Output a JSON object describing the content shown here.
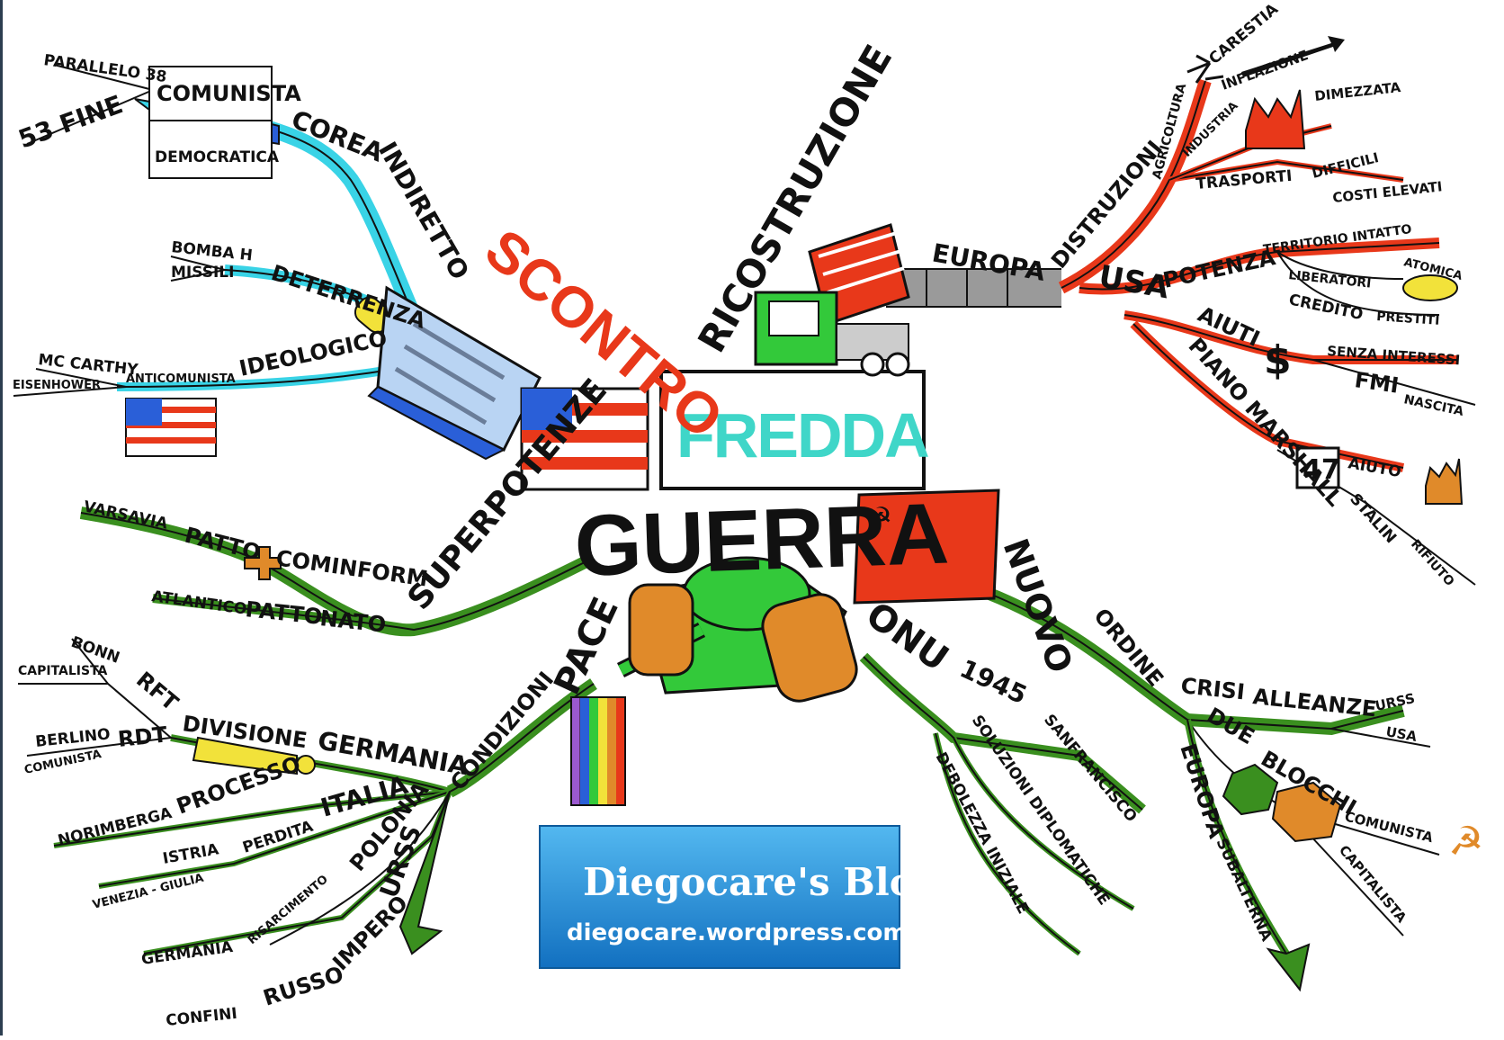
{
  "center": {
    "line1": "GUERRA",
    "line2": "FREDDA"
  },
  "branches": {
    "scontro": {
      "title": "SCONTRO",
      "corea": {
        "indiretto": "INDIRETTO",
        "corea": "COREA",
        "comunista": "COMUNISTA",
        "democratica": "DEMOCRATICA",
        "parallelo": "PARALLELO 38",
        "fine": "53 FINE"
      },
      "deterrenza": {
        "label": "DETERRENZA",
        "bomba": "BOMBA H",
        "missili": "MISSILI"
      },
      "ideologico": {
        "label": "IDEOLOGICO",
        "anticomunista": "ANTICOMUNISTA",
        "mccarthy": "MC CARTHY",
        "eisenhower": "EISENHOWER"
      }
    },
    "superpotenze": {
      "title": "SUPERPOTENZE",
      "cominform": "COMINFORM",
      "patto": "PATTO",
      "varsavia": "VARSAVIA",
      "nato": "NATO",
      "patto_nato": "PATTO",
      "atlantico": "ATLANTICO"
    },
    "pace": {
      "title": "PACE",
      "condizioni": "CONDIZIONI",
      "germania": {
        "label": "GERMANIA",
        "divisione": "DIVISIONE",
        "rft": "RFT",
        "bonn": "BONN",
        "capitalista": "CAPITALISTA",
        "rdt": "RDT",
        "berlino": "BERLINO",
        "comunista": "COMUNISTA",
        "processo": "PROCESSO",
        "norimberga": "NORIMBERGA"
      },
      "italia": {
        "label": "ITALIA",
        "perdita": "PERDITA",
        "istria": "ISTRIA",
        "venezia": "VENEZIA - GIULIA"
      },
      "polonia": {
        "label": "POLONIA",
        "risarcimento": "RISARCIMENTO",
        "germania": "GERMANIA"
      },
      "urss": {
        "label": "URSS",
        "impero": "IMPERO",
        "russo": "RUSSO",
        "confini": "CONFINI"
      }
    },
    "ricostruzione": {
      "title": "RICOSTRUZIONE",
      "europa": "EUROPA",
      "distruzioni": "DISTRUZIONI",
      "agricoltura": "AGRICOLTURA",
      "carestia": "CARESTIA",
      "inflazione": "INFLAZIONE",
      "industria": "INDUSTRIA",
      "dimezzata": "DIMEZZATA",
      "trasporti": "TRASPORTI",
      "difficili": "DIFFICILI",
      "costi": "COSTI ELEVATI",
      "usa": "USA",
      "potenza": "POTENZA",
      "territorio": "TERRITORIO INTATTO",
      "liberatori": "LIBERATORI",
      "atomica": "ATOMICA",
      "credito": "CREDITO",
      "prestiti": "PRESTITI",
      "aiuti": "AIUTI",
      "dollar": "$",
      "senza_interessi": "SENZA INTERESSI",
      "fmi": "FMI",
      "nascita": "NASCITA",
      "piano": "PIANO MARSHALL",
      "year47": "47",
      "aiuto": "AIUTO",
      "stalin": "STALIN",
      "rifiuto": "RIFIUTO"
    },
    "nuovo_ordine": {
      "title": "NUOVO",
      "ordine": "ORDINE",
      "crisi": "CRISI",
      "alleanze": "ALLEANZE",
      "urss": "URSS",
      "usa": "USA",
      "due": "DUE",
      "blocchi": "BLOCCHI",
      "comunista": "COMUNISTA",
      "capitalista": "CAPITALISTA",
      "europa": "EUROPA",
      "subalterna": "SUBALTERNA"
    },
    "onu": {
      "title": "ONU",
      "year": "1945",
      "sanfrancisco": "SANFRANCISCO",
      "soluzioni": "SOLUZIONI DIPLOMATICHE",
      "debolezza": "DEBOLEZZA INIZIALE"
    }
  },
  "blog": {
    "title": "Diegocare's Blog",
    "url": "diegocare.wordpress.com"
  },
  "colors": {
    "scontro": "#39d3e6",
    "superpotenze": "#3a8f1f",
    "pace": "#3a8f1f",
    "ricostruzione": "#e8381a",
    "onu": "#3a8f1f",
    "fredda": "#3fd6c8",
    "blog_bg": "#1e8fd8"
  },
  "icons": [
    "us-flag-icon",
    "soviet-flag-icon",
    "tank-icon",
    "truck-icon",
    "bomb-icon",
    "factory-icon",
    "peace-flag-icon",
    "hammer-sickle-icon",
    "knife-icon",
    "dollar-icon"
  ]
}
